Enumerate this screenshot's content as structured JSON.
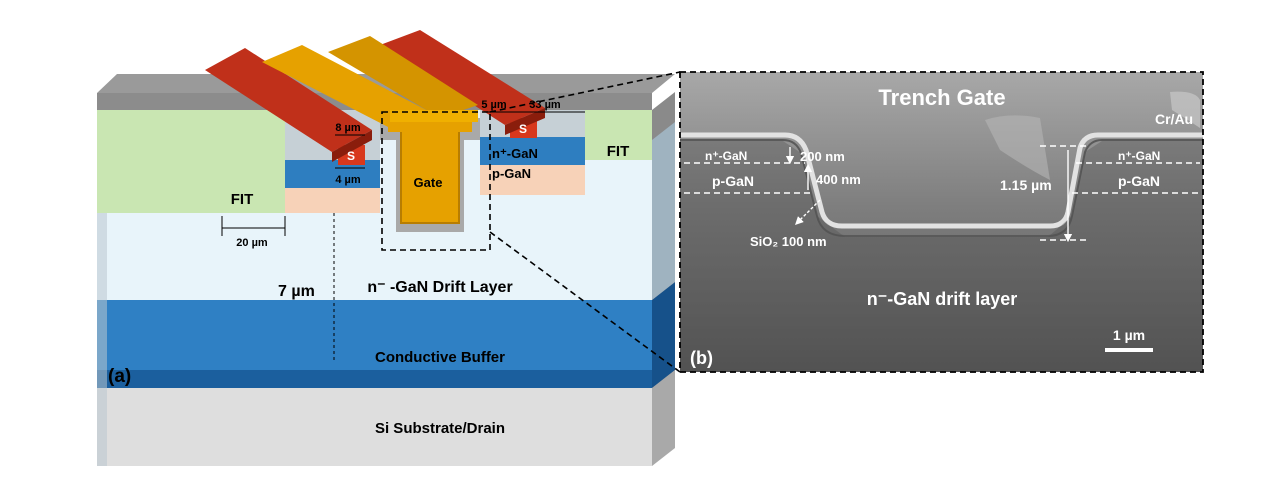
{
  "panel_a": {
    "label": "(a)",
    "fit_left": "FIT",
    "fit_right": "FIT",
    "source_left": "S",
    "source_right": "S",
    "gate": "Gate",
    "n_plus": "n⁺-GaN",
    "p_gan": "p-GaN",
    "drift_layer": "n⁻ -GaN Drift Layer",
    "buffer": "Conductive Buffer",
    "substrate": "Si Substrate/Drain",
    "dim_8um": "8 µm",
    "dim_4um": "4 µm",
    "dim_5um": "5 µm",
    "dim_33um": "33 µm",
    "dim_20um": "20 µm",
    "dim_7um": "7 µm"
  },
  "panel_b": {
    "label": "(b)",
    "title": "Trench Gate",
    "cr_au": "Cr/Au",
    "n_plus_left": "n⁺-GaN",
    "n_plus_right": "n⁺-GaN",
    "p_gan_left": "p-GaN",
    "p_gan_right": "p-GaN",
    "dim_200nm": "200 nm",
    "dim_400nm": "400 nm",
    "dim_115um": "1.15 µm",
    "sio2": "SiO₂ 100 nm",
    "drift": "n⁻-GaN drift layer",
    "scale": "1 µm"
  },
  "colors": {
    "electrode_red": "#c0301a",
    "gate_gold": "#e6a100",
    "n_plus_blue": "#2e7ec0",
    "p_gan_peach": "#f7d2b8",
    "fit_green": "#c9e6b2",
    "drift_light": "#e8f4fa",
    "buffer_blue": "#1f6db0",
    "substrate_gray": "#dcdcdc",
    "oxide_gray": "#9a9a9a"
  }
}
